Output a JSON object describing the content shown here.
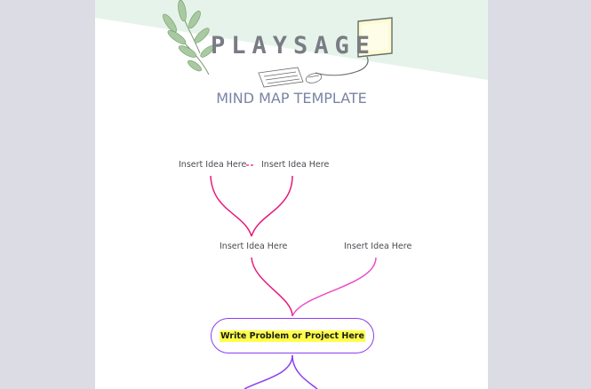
{
  "logo": {
    "name": "PLAYSAGE"
  },
  "document": {
    "title": "MIND MAP TEMPLATE"
  },
  "mindmap": {
    "ideas": [
      "Insert Idea Here",
      "Insert Idea Here",
      "Insert Idea Here",
      "Insert Idea Here"
    ],
    "central": "Write Problem or Project Here"
  },
  "colors": {
    "page_background": "#dcdce4",
    "header_band": "#e6f3ea",
    "branch_magenta": "#e8197a",
    "branch_pink": "#ea4fc8",
    "branch_purple": "#8a3ef0",
    "highlight": "#ffff4a",
    "title": "#7a84a4"
  },
  "icons": [
    "leaf-branch-icon",
    "monitor-icon",
    "keyboard-icon",
    "mouse-icon"
  ]
}
